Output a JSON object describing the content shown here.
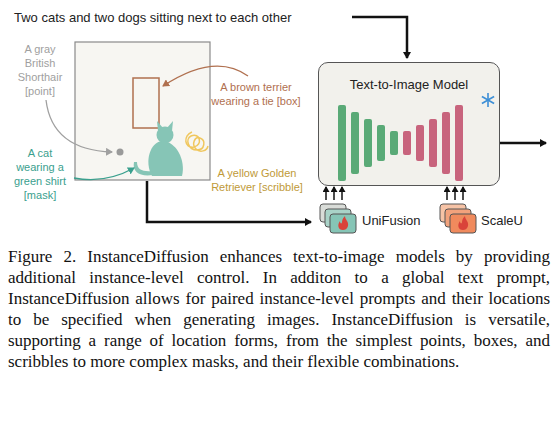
{
  "diagram": {
    "caption": "Figure 2. InstanceDiffusion enhances text-to-image models by providing additional instance-level control. In additon to a global text prompt, InstanceDiffusion allows for paired instance-level prompts and their locations to be specified when generating images. InstanceDiffusion is versatile, supporting a range of location forms, from the simplest points, boxes, and scribbles to more complex masks, and their flexible combinations.",
    "nodes": [
      {
        "text": [
          "Text-to-Image Model"
        ]
      },
      {
        "text": [
          "UniFusion"
        ]
      },
      {
        "text": [
          "ScaleU"
        ]
      }
    ],
    "edges": [
      {
        "from": 1,
        "to": 0,
        "arrow": "to"
      },
      {
        "from": 2,
        "to": 0,
        "arrow": "to"
      }
    ],
    "labels": [
      "Two cats and two dogs sitting next to each other",
      "A gray British Shorthair [point]",
      "A brown terrier wearing a tie [box]",
      "A cat wearing a green shirt [mask]",
      "A yellow Golden Retriever [scribble]"
    ]
  }
}
